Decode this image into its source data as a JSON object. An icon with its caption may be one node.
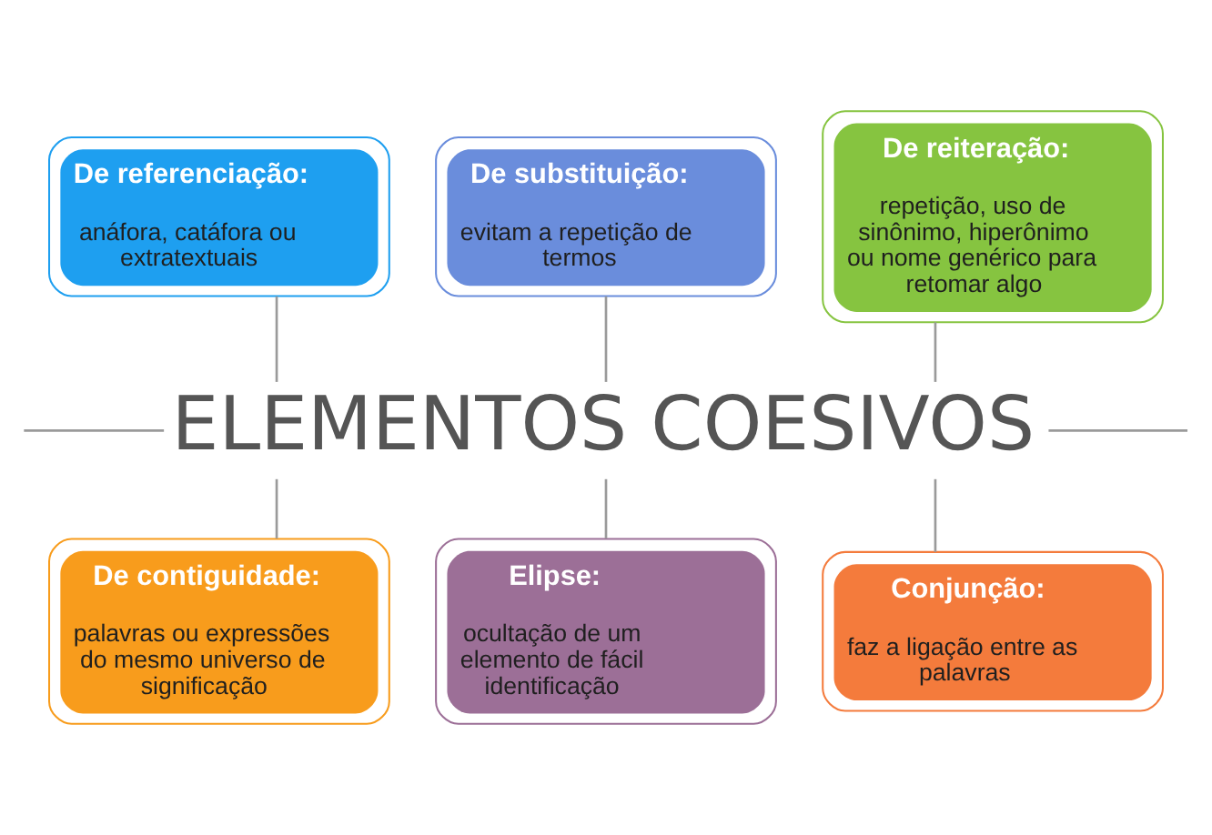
{
  "diagram": {
    "nodes": [
      {
        "text": [
          "De referenciação:",
          "anáfora, catáfora ou extratextuais"
        ]
      },
      {
        "text": [
          "De substituição:",
          "evitam a repetição de termos"
        ]
      },
      {
        "text": [
          "De reiteração:",
          "repetição, uso de sinônimo, hiperônimo ou nome genérico para retomar algo"
        ]
      },
      {
        "text": [
          "ELEMENTOS COESIVOS"
        ]
      },
      {
        "text": [
          "De contiguidade:",
          "palavras ou expressões do mesmo universo de significação"
        ]
      },
      {
        "text": [
          "Elipse:",
          "ocultação de um elemento de fácil identificação"
        ]
      },
      {
        "text": [
          "Conjunção:",
          "faz a ligação entre as palavras"
        ]
      }
    ],
    "edges": [
      {
        "from": 0,
        "to": 3,
        "arrow": "none"
      },
      {
        "from": 1,
        "to": 3,
        "arrow": "none"
      },
      {
        "from": 2,
        "to": 3,
        "arrow": "none"
      },
      {
        "from": null,
        "to": 3,
        "arrow": "none"
      },
      {
        "from": 3,
        "to": null,
        "arrow": "none"
      },
      {
        "from": 3,
        "to": 4,
        "arrow": "none"
      },
      {
        "from": 3,
        "to": 5,
        "arrow": "none"
      },
      {
        "from": 3,
        "to": 6,
        "arrow": "none"
      }
    ]
  }
}
